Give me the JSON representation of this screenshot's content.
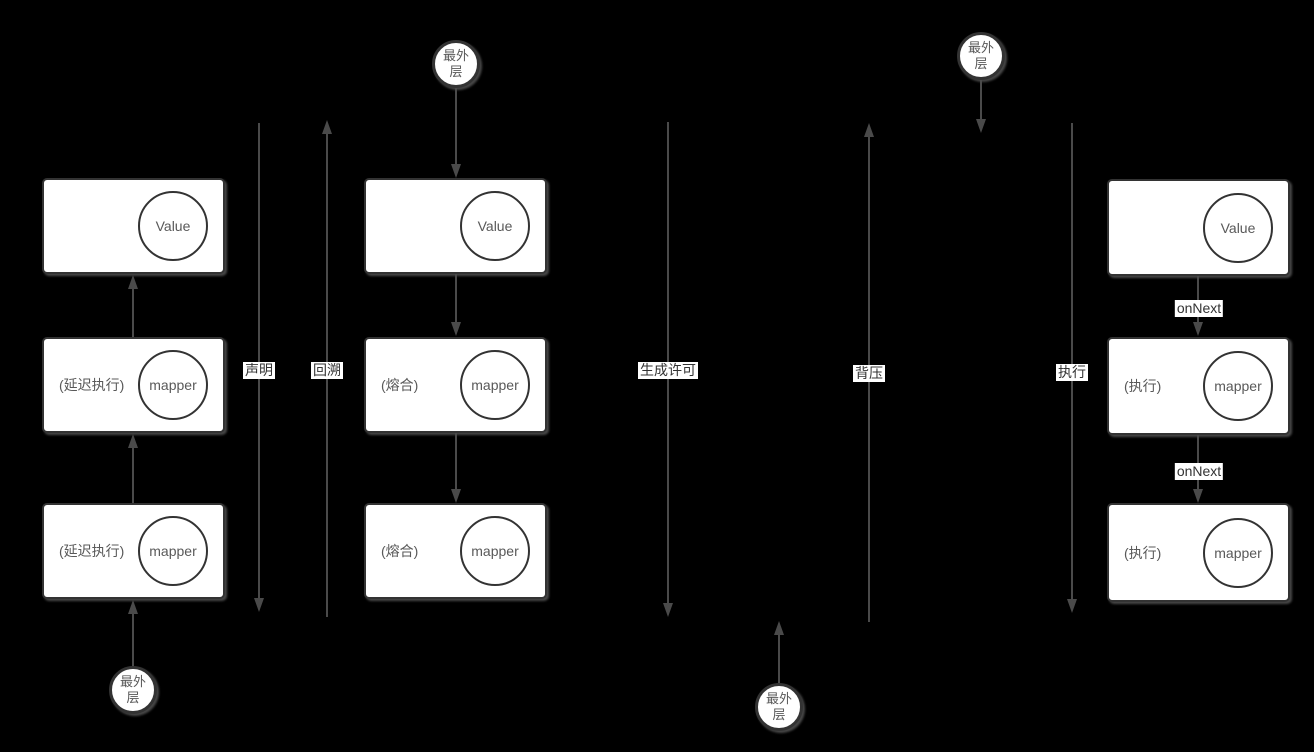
{
  "colors": {
    "background": "#000000",
    "box_fill": "#ffffff",
    "box_border": "#333333",
    "arrow_line": "#4a4a4a",
    "node_text": "#595959",
    "label_bg": "#ffffff",
    "label_text": "#333333"
  },
  "left_column": {
    "source": "最外层",
    "boxes": [
      {
        "side": "",
        "circle": "Value"
      },
      {
        "side": "(延迟执行)",
        "circle": "mapper"
      },
      {
        "side": "(延迟执行)",
        "circle": "mapper"
      }
    ]
  },
  "middle_column": {
    "source": "最外层",
    "boxes": [
      {
        "side": "",
        "circle": "Value"
      },
      {
        "side": "(熔合)",
        "circle": "mapper"
      },
      {
        "side": "(熔合)",
        "circle": "mapper"
      }
    ]
  },
  "right_column": {
    "boxes": [
      {
        "side": "",
        "circle": "Value"
      },
      {
        "side": "(执行)",
        "circle": "mapper"
      },
      {
        "side": "(执行)",
        "circle": "mapper"
      }
    ],
    "edge_labels": [
      "onNext",
      "onNext"
    ]
  },
  "sources": {
    "top_right": "最外层",
    "bottom_middle": "最外层"
  },
  "flows": [
    {
      "label": "声明",
      "direction": "down"
    },
    {
      "label": "回溯",
      "direction": "up"
    },
    {
      "label": "生成许可",
      "direction": "down"
    },
    {
      "label": "背压",
      "direction": "up"
    },
    {
      "label": "执行",
      "direction": "down"
    }
  ]
}
